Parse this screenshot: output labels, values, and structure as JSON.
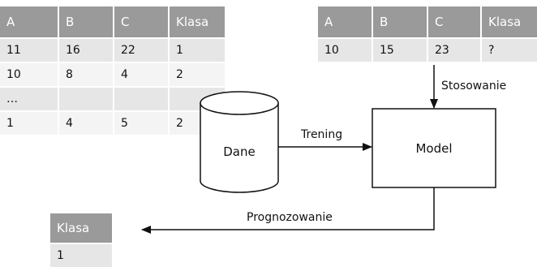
{
  "training_table": {
    "headers": [
      "A",
      "B",
      "C",
      "Klasa"
    ],
    "rows": [
      [
        "11",
        "16",
        "22",
        "1"
      ],
      [
        "10",
        "8",
        "4",
        "2"
      ],
      [
        "…",
        "",
        "",
        ""
      ],
      [
        "1",
        "4",
        "5",
        "2"
      ]
    ]
  },
  "new_table": {
    "headers": [
      "A",
      "B",
      "C",
      "Klasa"
    ],
    "rows": [
      [
        "10",
        "15",
        "23",
        "?"
      ]
    ]
  },
  "result_table": {
    "headers": [
      "Klasa"
    ],
    "rows": [
      [
        "1"
      ]
    ]
  },
  "nodes": {
    "data_store": "Dane",
    "model": "Model"
  },
  "edges": {
    "training": "Trening",
    "apply": "Stosowanie",
    "predict": "Prognozowanie"
  },
  "colors": {
    "header_bg": "#9a9a9a",
    "row_odd": "#e6e6e6",
    "row_even": "#f4f4f4",
    "stroke": "#111111"
  }
}
